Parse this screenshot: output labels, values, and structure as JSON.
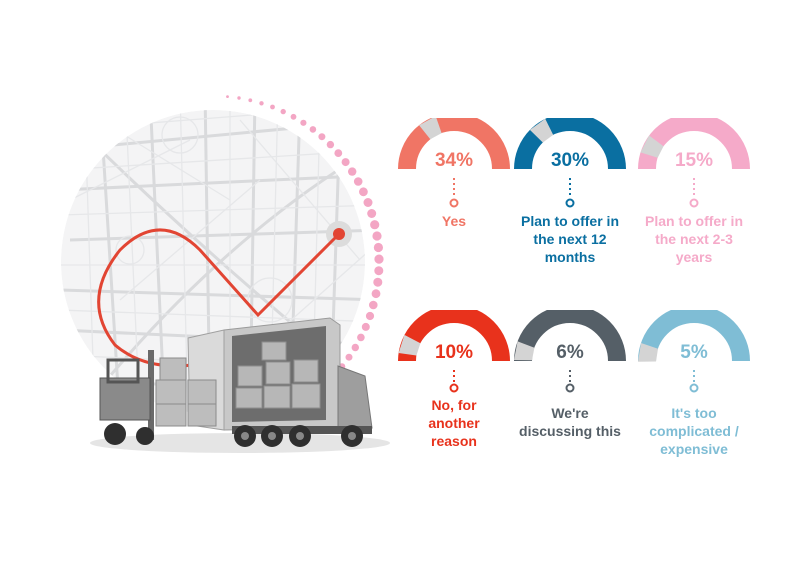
{
  "chart_data": {
    "type": "gauge",
    "series": [
      {
        "label": "Yes",
        "value": 34,
        "display": "34%",
        "color": "#f07565"
      },
      {
        "label": "Plan to offer in the next 12 months",
        "value": 30,
        "display": "30%",
        "color": "#0a6fa1"
      },
      {
        "label": "Plan to offer in the next 2-3 years",
        "value": 15,
        "display": "15%",
        "color": "#f5aac9"
      },
      {
        "label": "No, for another reason",
        "value": 10,
        "display": "10%",
        "color": "#e8321c"
      },
      {
        "label": "We're discussing this",
        "value": 6,
        "display": "6%",
        "color": "#555f67"
      },
      {
        "label": "It's too complicated / expensive",
        "value": 5,
        "display": "5%",
        "color": "#7fbdd5"
      }
    ]
  },
  "gauges": [
    {
      "pct": "34%",
      "lines": [
        "Yes"
      ]
    },
    {
      "pct": "30%",
      "lines": [
        "Plan to offer in",
        "the next 12",
        "months"
      ]
    },
    {
      "pct": "15%",
      "lines": [
        "Plan to offer in",
        "the next 2-3",
        "years"
      ]
    },
    {
      "pct": "10%",
      "lines": [
        "No, for",
        "another",
        "reason"
      ]
    },
    {
      "pct": "6%",
      "lines": [
        "We're",
        "discussing this"
      ]
    },
    {
      "pct": "5%",
      "lines": [
        "It's too",
        "complicated /",
        "expensive"
      ]
    }
  ],
  "colors": {
    "yes": "#f07565",
    "next12": "#0a6fa1",
    "next23": "#f5aac9",
    "no": "#e8321c",
    "discussing": "#555f67",
    "complicated": "#7fbdd5",
    "route": "#e24533",
    "dots": "#f3a6c4"
  },
  "illustration": {
    "name": "city-map-delivery-truck-illustration"
  }
}
